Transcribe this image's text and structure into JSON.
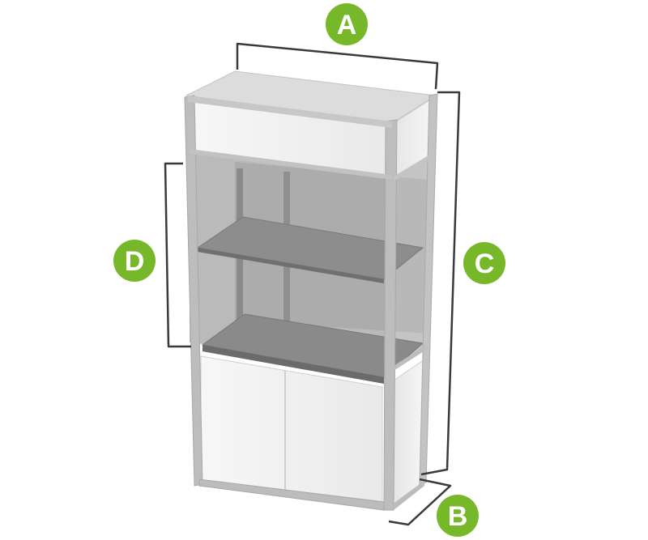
{
  "colors": {
    "badge": "#76b82a",
    "bracket": "#3a3a3a",
    "frame": "#b9b9b9",
    "panel": "#f3f3f3",
    "glass": "#a3a3a3",
    "shelf": "#8e8e8e"
  },
  "dimensions": [
    {
      "id": "width",
      "label": "A"
    },
    {
      "id": "depth",
      "label": "B"
    },
    {
      "id": "height",
      "label": "C"
    },
    {
      "id": "glass-height",
      "label": "D"
    }
  ]
}
